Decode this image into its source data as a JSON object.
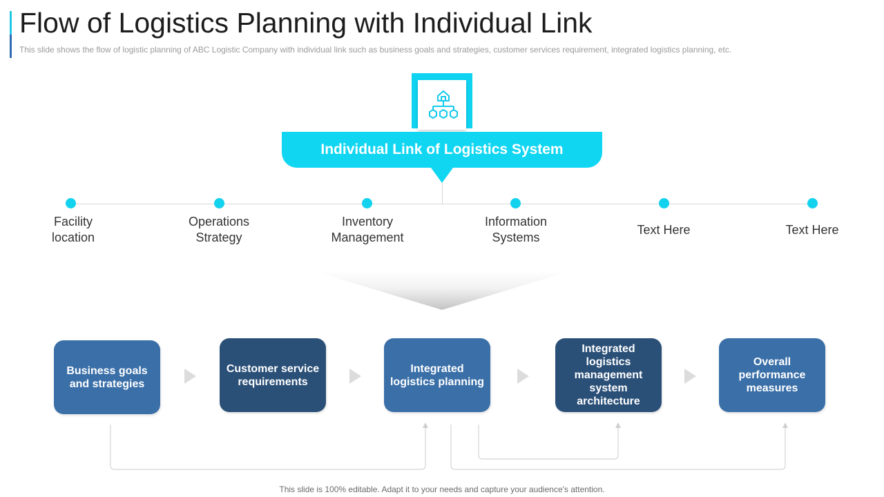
{
  "header": {
    "title": "Flow of Logistics Planning with Individual Link",
    "subtitle": "This slide shows the flow of logistic planning of ABC Logistic Company with individual  link such as business goals and strategies, customer services requirement,  integrated logistics planning, etc."
  },
  "hub": {
    "icon": "warehouse-network-icon",
    "label": "Individual Link of Logistics System"
  },
  "timeline": {
    "items": [
      {
        "label": "Facility\nlocation"
      },
      {
        "label": "Operations\nStrategy"
      },
      {
        "label": "Inventory\nManagement"
      },
      {
        "label": "Information\nSystems"
      },
      {
        "label": "Text Here"
      },
      {
        "label": "Text Here"
      }
    ]
  },
  "process": {
    "steps": [
      {
        "label": "Business goals and strategies"
      },
      {
        "label": "Customer service requirements"
      },
      {
        "label": "Integrated logistics planning"
      },
      {
        "label": "Integrated logistics management system architecture"
      },
      {
        "label": "Overall performance measures"
      }
    ]
  },
  "footer": {
    "note": "This slide is 100% editable. Adapt it to your needs and capture your audience's attention."
  },
  "colors": {
    "accent": "#10d6f2",
    "step_light": "#3a6fa8",
    "step_dark": "#2b5078",
    "title_bar_top": "#22c7e6",
    "title_bar_bottom": "#2e6bb0"
  }
}
